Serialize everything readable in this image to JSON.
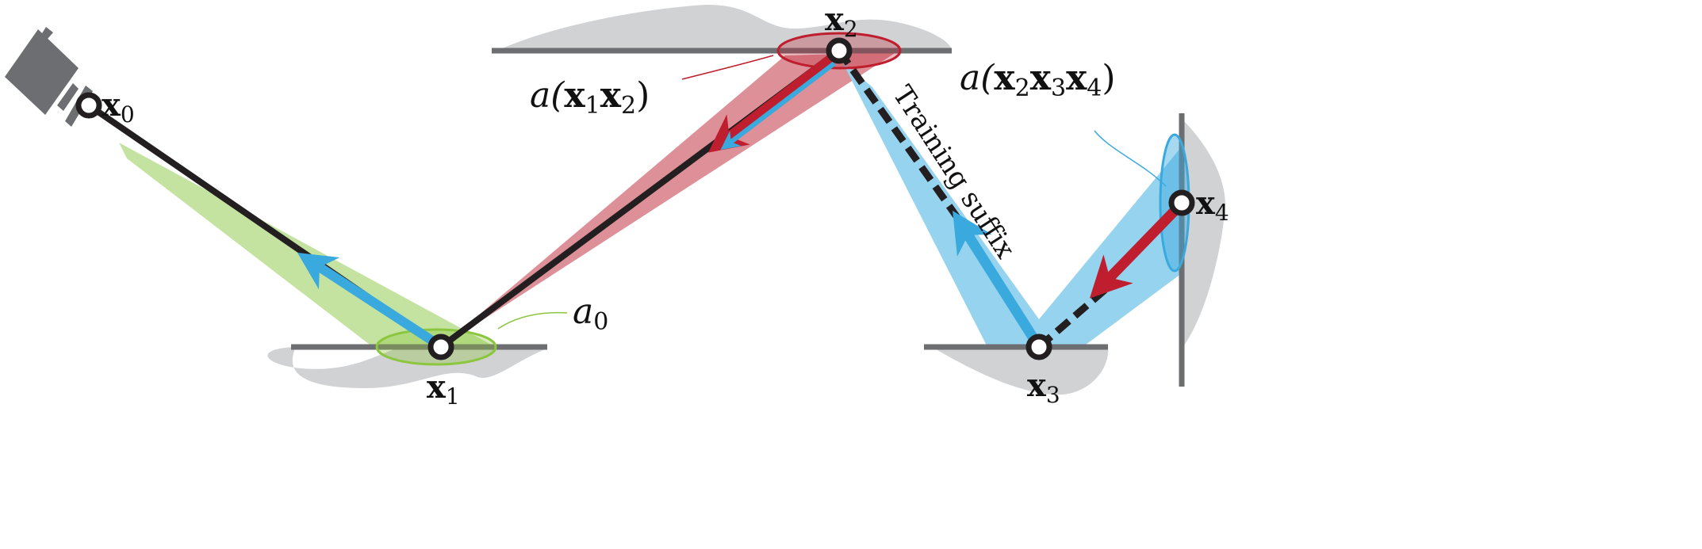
{
  "labels": {
    "x0": {
      "base": "x",
      "sub": "0"
    },
    "x1": {
      "base": "x",
      "sub": "1"
    },
    "x2": {
      "base": "x",
      "sub": "2"
    },
    "x3": {
      "base": "x",
      "sub": "3"
    },
    "x4": {
      "base": "x",
      "sub": "4"
    },
    "a0": {
      "base": "a",
      "sub": "0"
    },
    "a_x1x2": {
      "pre": "a(",
      "v1": "x",
      "s1": "1",
      "v2": "x",
      "s2": "2",
      "post": ")"
    },
    "a_x2x3x4": {
      "pre": "a(",
      "v1": "x",
      "s1": "2",
      "v2": "x",
      "s2": "3",
      "v3": "x",
      "s3": "4",
      "post": ")"
    },
    "training_suffix": "Training suffix"
  },
  "colors": {
    "green": "#c4e3a0",
    "green_stroke": "#8cc63f",
    "red": "#d9848c",
    "red_stroke": "#be1e2d",
    "blue": "#96d3ee",
    "blue_stroke": "#3aa9de",
    "gray": "#d1d2d4",
    "surface": "#6d6e71",
    "path": "#231f20"
  }
}
